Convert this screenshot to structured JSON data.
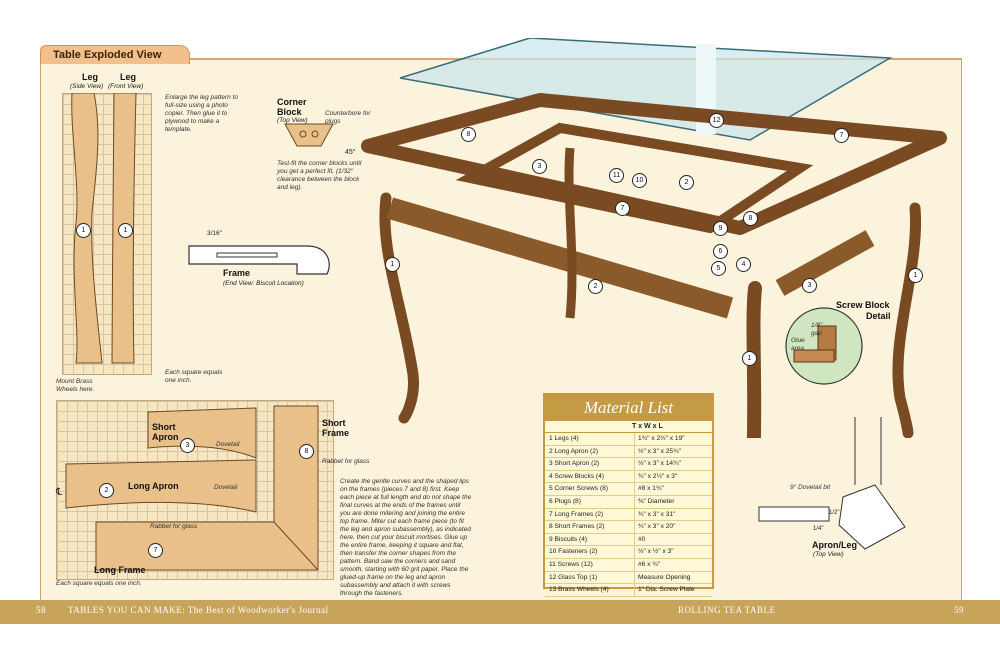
{
  "header": {
    "tab_title": "Table Exploded View"
  },
  "leg": {
    "side_label": "Leg",
    "side_sub": "(Side View)",
    "front_label": "Leg",
    "front_sub": "(Front View)",
    "note_enlarge": "Enlarge the leg pattern to full-size using a photo copier. Then glue it to plywood to make a template.",
    "note_wheels": "Mount Brass Wheels here.",
    "note_square": "Each square equals one inch."
  },
  "corner_block": {
    "title": "Corner Block",
    "sub": "(Top View)",
    "counterbore": "Counterbore for plugs",
    "angle": "45°",
    "note": "Test-fit the corner blocks until you get a perfect fit, (1/32\" clearance between the block and leg)."
  },
  "frame": {
    "dim": "3/16\"",
    "title": "Frame",
    "sub": "(End View: Biscuit Location)"
  },
  "patterns": {
    "short_apron": "Short Apron",
    "long_apron": "Long Apron",
    "dovetail": "Dovetail",
    "short_frame": "Short Frame",
    "rabbet": "Rabbet for glass",
    "long_frame": "Long Frame",
    "square_note": "Each square equals one inch.",
    "cl": "℄",
    "instructions": "Create the gentle curves and the shaped lips on the frames (pieces 7 and 8) first. Keep each piece at full length and do not shape the final curves at the ends of the frames until you are done mitering and joining the entire top frame. Miter cut each frame piece (to fit the leg and apron subassembly), as indicated here, then cut your biscuit mortises. Glue up the entire frame, keeping it square and flat, then transfer the corner shapes from the pattern. Band saw the corners and sand smooth, starting with 60 grit paper. Place the glued-up frame on the leg and apron subassembly and attach it with screws through the fasteners."
  },
  "screw_block": {
    "title": "Screw Block",
    "title2": "Detail",
    "gap": "1/8\" gap",
    "glue": "Glue area"
  },
  "apron_leg": {
    "bit": "9° Dovetail bit",
    "title": "Apron/Leg",
    "sub": "(Top View)",
    "d1": "1/2\"",
    "d2": "1/4\""
  },
  "callouts": {
    "n1": "1",
    "n2": "2",
    "n3": "3",
    "n4": "4",
    "n5": "5",
    "n6": "6",
    "n7": "7",
    "n8": "8",
    "n9": "9",
    "n10": "10",
    "n11": "11",
    "n12": "12"
  },
  "material_list": {
    "title": "Material List",
    "header": "T x W x L",
    "rows": [
      {
        "name": "1  Legs (4)",
        "dim": "1¾\" x 2½\" x 19\""
      },
      {
        "name": "2  Long Apron (2)",
        "dim": "½\" x 3\" x 25¾\""
      },
      {
        "name": "3  Short Apron (2)",
        "dim": "½\" x 3\" x 14¾\""
      },
      {
        "name": "4  Screw Blocks (4)",
        "dim": "¾\" x 2½\" x 3\""
      },
      {
        "name": "5  Corner Screws (8)",
        "dim": "#8 x 1¾\""
      },
      {
        "name": "6  Plugs (8)",
        "dim": "⅜\" Diameter"
      },
      {
        "name": "7  Long Frames (2)",
        "dim": "¾\" x 3\" x 31\""
      },
      {
        "name": "8  Short Frames (2)",
        "dim": "¾\" x 3\" x 20\""
      },
      {
        "name": "9  Biscuits (4)",
        "dim": "#0"
      },
      {
        "name": "10  Fasteners (2)",
        "dim": "½\" x ½\" x 3\""
      },
      {
        "name": "11  Screws (12)",
        "dim": "#6 x ¾\""
      },
      {
        "name": "12  Glass Top (1)",
        "dim": "Measure Opening"
      },
      {
        "name": "13  Brass Wheels (4)",
        "dim": "1\" Dia. Screw Plate"
      }
    ]
  },
  "footer": {
    "left_num": "58",
    "left_text": "TABLES YOU CAN MAKE: The Best of Woodworker's Journal",
    "right_text": "ROLLING TEA TABLE",
    "right_num": "59"
  }
}
